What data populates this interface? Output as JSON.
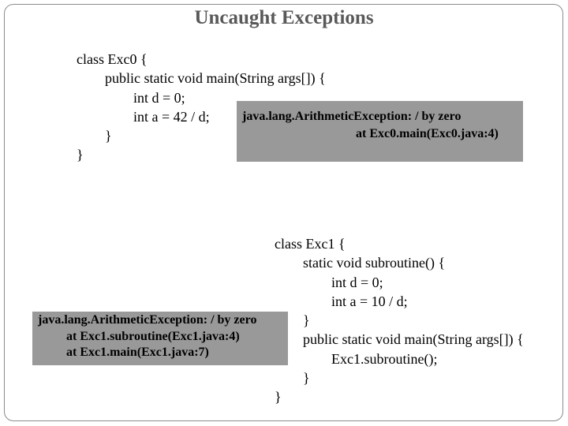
{
  "slide": {
    "title": "Uncaught Exceptions"
  },
  "example1": {
    "code": [
      "class Exc0 {",
      "public static void main(String args[]) {",
      "int d = 0;",
      "int a = 42 / d;",
      "}",
      "}"
    ],
    "error": [
      "java.lang.ArithmeticException: / by zero",
      "at Exc0.main(Exc0.java:4)"
    ]
  },
  "example2": {
    "code": [
      "class Exc1 {",
      "static void subroutine() {",
      "int d = 0;",
      "int a = 10 / d;",
      "}",
      "public static void main(String args[]) {",
      "Exc1.subroutine();",
      "}",
      "}"
    ],
    "error": [
      "java.lang.ArithmeticException: / by zero",
      "at Exc1.subroutine(Exc1.java:4)",
      "at Exc1.main(Exc1.java:7)"
    ]
  }
}
